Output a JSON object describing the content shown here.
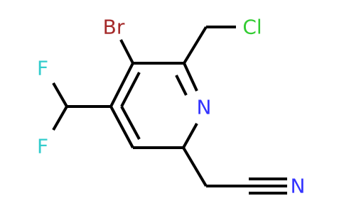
{
  "colors": {
    "bond": "#000000",
    "nitrogen": "#3333ff",
    "chlorine": "#33cc33",
    "fluorine": "#33cccc",
    "bromine": "#a52a2a"
  },
  "atoms": {
    "bromine": "Br",
    "chlorine": "Cl",
    "nitrogen_ring": "N",
    "fluorine_top": "F",
    "fluorine_bottom": "F",
    "nitrogen_nitrile": "N"
  }
}
